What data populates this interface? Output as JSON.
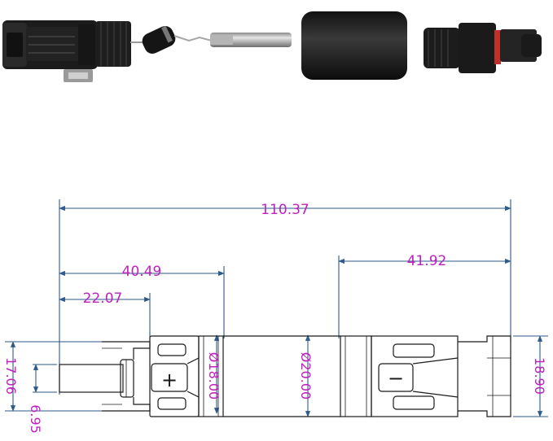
{
  "dimensions": {
    "overall_length": "110.37",
    "male_length": "40.49",
    "male_pin_length": "22.07",
    "female_length": "41.92",
    "pin_height": "17.06",
    "pin_diameter": "6.95",
    "male_nut_diameter": "Ø18.00",
    "female_nut_diameter": "Ø20.00",
    "female_end_height": "18.90"
  },
  "symbols": {
    "positive": "+",
    "negative": "−"
  },
  "colors": {
    "dimension_text": "#c020c0",
    "dimension_line": "#2c5a8a",
    "connector_body": "#1a1a1a"
  }
}
